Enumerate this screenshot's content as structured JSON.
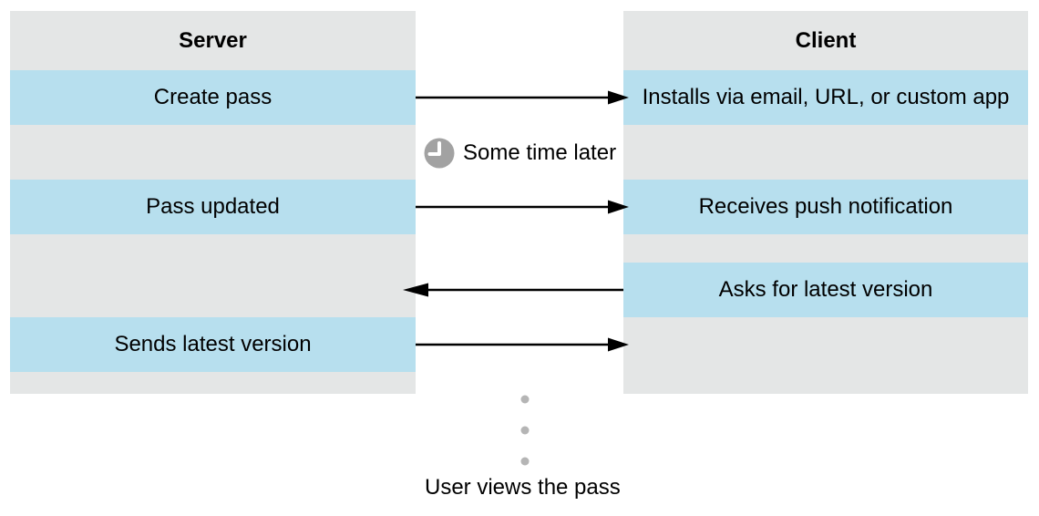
{
  "diagram": {
    "server": {
      "title": "Server",
      "messages": [
        "Create pass",
        "Pass updated",
        "Sends latest version"
      ]
    },
    "client": {
      "title": "Client",
      "messages": [
        "Installs via email, URL, or custom app",
        "Receives push notification",
        "Asks for latest version"
      ]
    },
    "annotations": {
      "some_time_later": "Some time later",
      "user_views_pass": "User views the pass"
    },
    "arrows": [
      {
        "direction": "right",
        "from": "Create pass",
        "to": "Installs via email, URL, or custom app"
      },
      {
        "direction": "right",
        "from": "Pass updated",
        "to": "Receives push notification"
      },
      {
        "direction": "left",
        "from": "Asks for latest version",
        "to": "Server"
      },
      {
        "direction": "right",
        "from": "Sends latest version",
        "to": "Client"
      }
    ],
    "icons": {
      "clock": "clock-icon",
      "ellipsis": "vertical-ellipsis-icon"
    },
    "colors": {
      "row_highlight": "#b7dfee",
      "row_gap": "#e4e6e6",
      "clock_fill": "#a2a2a2",
      "dots": "#b5b5b5",
      "arrow": "#000000",
      "text": "#000000"
    }
  }
}
